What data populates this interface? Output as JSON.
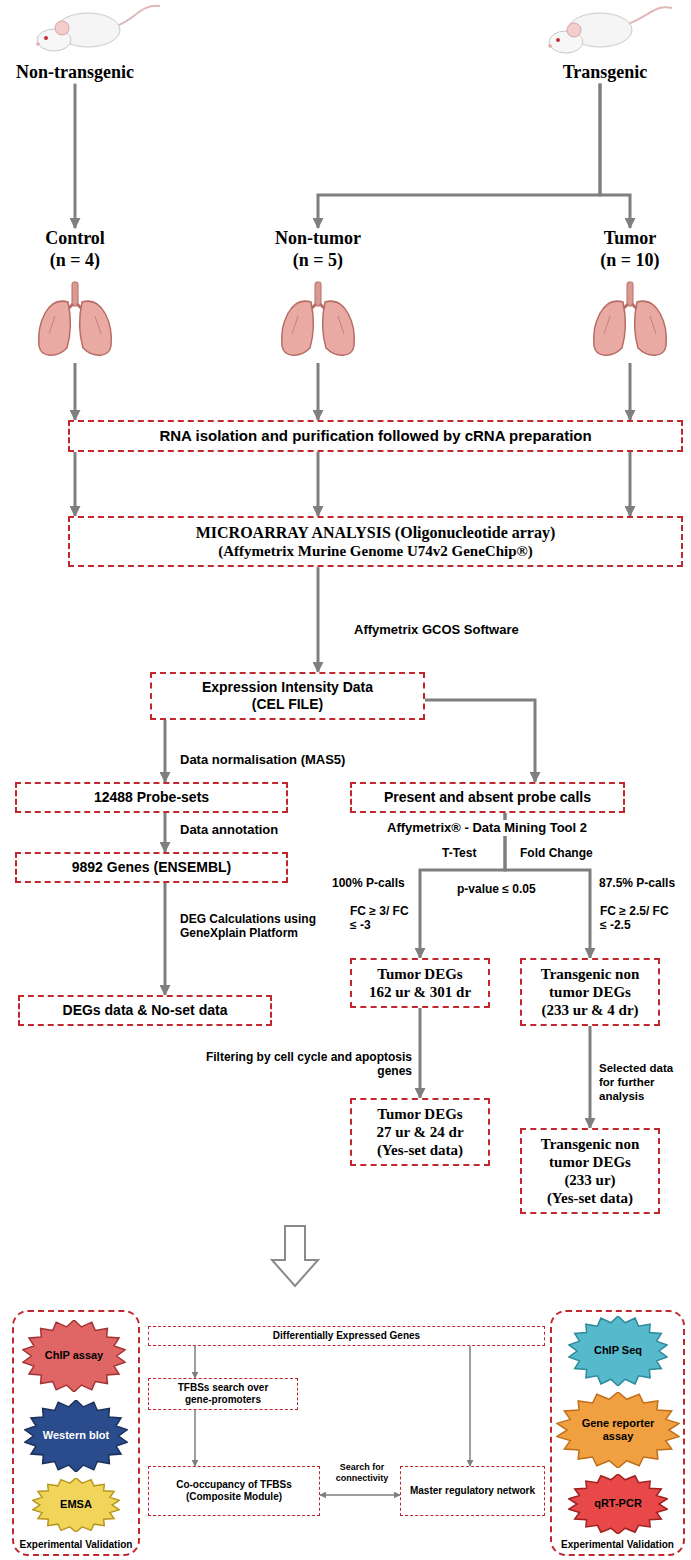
{
  "diagram": {
    "nodes": [
      {
        "text": [
          "Non-transgenic"
        ]
      },
      {
        "text": [
          "Transgenic"
        ]
      },
      {
        "text": [
          "Control",
          "(n = 4)"
        ]
      },
      {
        "text": [
          "Non-tumor",
          "(n = 5)"
        ]
      },
      {
        "text": [
          "Tumor",
          "(n = 10)"
        ]
      },
      {
        "text": [
          "RNA isolation and purification followed by cRNA preparation"
        ]
      },
      {
        "text": [
          "MICROARRAY ANALYSIS (Oligonucleotide array)",
          "(Affymetrix Murine Genome U74v2 GeneChip®)"
        ]
      },
      {
        "text": [
          "Expression Intensity Data",
          "(CEL FILE)"
        ]
      },
      {
        "text": [
          "12488 Probe-sets"
        ]
      },
      {
        "text": [
          "9892 Genes (ENSEMBL)"
        ]
      },
      {
        "text": [
          "DEGs data & No-set data"
        ]
      },
      {
        "text": [
          "Present and absent probe calls"
        ]
      },
      {
        "text": [
          "Tumor DEGs",
          "162 ur & 301 dr"
        ]
      },
      {
        "text": [
          "Transgenic non tumor DEGs",
          "(233 ur & 4 dr)"
        ]
      },
      {
        "text": [
          "Tumor DEGs",
          "27 ur & 24 dr",
          "(Yes-set data)"
        ]
      },
      {
        "text": [
          "Transgenic non tumor DEGs",
          "(233 ur)",
          "(Yes-set data)"
        ]
      },
      {
        "text": [
          "Differentially Expressed Genes"
        ]
      },
      {
        "text": [
          "TFBSs search over gene-promoters"
        ]
      },
      {
        "text": [
          "Co-occupancy of TFBSs",
          "(Composite Module)"
        ]
      },
      {
        "text": [
          "Master regulatory network"
        ]
      },
      {
        "text": [
          "Experimental Validation"
        ]
      },
      {
        "text": [
          "ChIP assay"
        ],
        "in": 20
      },
      {
        "text": [
          "Western blot"
        ],
        "in": 20
      },
      {
        "text": [
          "EMSA"
        ],
        "in": 20
      },
      {
        "text": [
          "Experimental Validation"
        ]
      },
      {
        "text": [
          "ChIP Seq"
        ],
        "in": 24
      },
      {
        "text": [
          "Gene reporter assay"
        ],
        "in": 24
      },
      {
        "text": [
          "qRT-PCR"
        ],
        "in": 24
      }
    ],
    "edges": [
      {
        "from": 0,
        "to": 2,
        "arrow": "to"
      },
      {
        "from": 1,
        "to": 3,
        "arrow": "to"
      },
      {
        "from": 1,
        "to": 4,
        "arrow": "to"
      },
      {
        "from": 2,
        "to": 5,
        "arrow": "to"
      },
      {
        "from": 3,
        "to": 5,
        "arrow": "to"
      },
      {
        "from": 4,
        "to": 5,
        "arrow": "to"
      },
      {
        "from": 5,
        "to": 6,
        "arrow": "to"
      },
      {
        "from": 5,
        "to": 6,
        "arrow": "to"
      },
      {
        "from": 5,
        "to": 6,
        "arrow": "to"
      },
      {
        "from": 6,
        "to": 7,
        "label": "Affymetrix GCOS Software",
        "arrow": "to"
      },
      {
        "from": 7,
        "to": 8,
        "label": "Data normalisation (MAS5)",
        "arrow": "to"
      },
      {
        "from": 8,
        "to": 9,
        "label": "Data annotation",
        "arrow": "to"
      },
      {
        "from": 9,
        "to": 10,
        "label": "DEG Calculations using GeneXplain Platform",
        "arrow": "to"
      },
      {
        "from": 7,
        "to": 11,
        "arrow": "to"
      },
      {
        "from": 11,
        "to": 12,
        "arrow": "to"
      },
      {
        "from": 11,
        "to": 13,
        "arrow": "to"
      },
      {
        "from": 12,
        "to": 14,
        "label": "Filtering by cell cycle and apoptosis genes",
        "arrow": "to"
      },
      {
        "from": 13,
        "to": 15,
        "label": "Selected data for further analysis",
        "arrow": "to"
      },
      {
        "from": 16,
        "to": 17,
        "arrow": "to"
      },
      {
        "from": 17,
        "to": 18,
        "arrow": "to"
      },
      {
        "from": 16,
        "to": 19,
        "arrow": "to"
      },
      {
        "from": 18,
        "to": 19,
        "label": "Search for connectivity",
        "arrow": "both"
      }
    ],
    "labels": [
      "Affymetrix® - Data Mining Tool 2",
      "T-Test",
      "Fold Change",
      "100% P-calls",
      "p-value ≤ 0.05",
      "87.5% P-calls",
      "FC ≥ 3/ FC ≤ -3",
      "FC ≥ 2.5/ FC ≤ -2.5"
    ]
  }
}
